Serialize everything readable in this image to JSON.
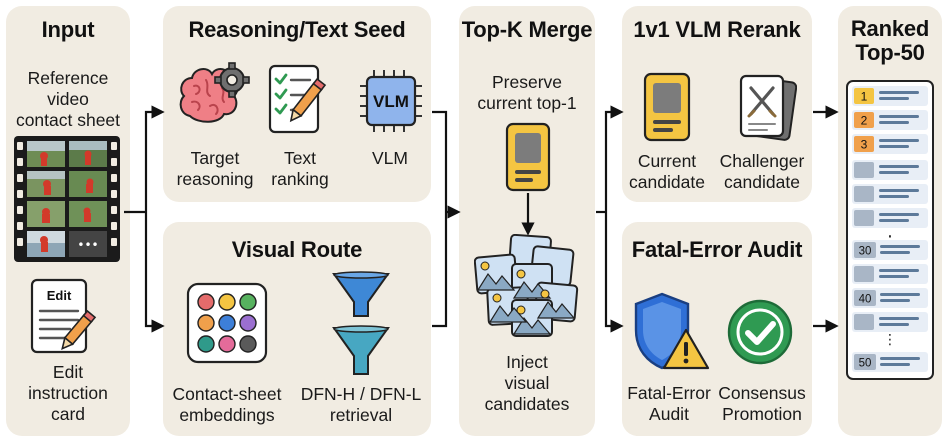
{
  "input": {
    "title": "Input",
    "reference_label": [
      "Reference",
      "video",
      "contact sheet"
    ],
    "more_glyph": "•••",
    "card_word": "Edit",
    "card_label": [
      "Edit",
      "instruction",
      "card"
    ]
  },
  "seed": {
    "title": "Reasoning/Text Seed",
    "items": [
      {
        "label": [
          "Target",
          "reasoning"
        ]
      },
      {
        "label": [
          "Text",
          "ranking"
        ]
      },
      {
        "label": [
          "VLM"
        ],
        "chip_text": "VLM"
      }
    ]
  },
  "visual": {
    "title": "Visual Route",
    "items": [
      {
        "label": [
          "Contact-sheet",
          "embeddings"
        ]
      },
      {
        "label": [
          "DFN-H / DFN-L",
          "retrieval"
        ]
      }
    ]
  },
  "merge": {
    "title": "Top-K Merge",
    "top_label": [
      "Preserve",
      "current top-1"
    ],
    "bottom_label": [
      "Inject",
      "visual",
      "candidates"
    ]
  },
  "rerank": {
    "title": "1v1 VLM Rerank",
    "items": [
      {
        "label": [
          "Current",
          "candidate"
        ]
      },
      {
        "label": [
          "Challenger",
          "candidate"
        ]
      }
    ]
  },
  "audit": {
    "title": "Fatal-Error Audit",
    "items": [
      {
        "label": [
          "Fatal-Error",
          "Audit"
        ]
      },
      {
        "label": [
          "Consensus",
          "Promotion"
        ]
      }
    ]
  },
  "ranked": {
    "title": [
      "Ranked",
      "Top-50"
    ],
    "ranks": [
      "1",
      "2",
      "3",
      "30",
      "40",
      "50"
    ],
    "ellipsis": "⋮"
  },
  "colors": {
    "panel": "#f1ece2",
    "rank_gold": "#f4c542",
    "rank_orange": "#f0a04b",
    "vlm_blue": "#8fb4ec",
    "shield_blue": "#2f6fd6",
    "check_green": "#2f9a52",
    "funnel_teal": "#47a7c2"
  }
}
